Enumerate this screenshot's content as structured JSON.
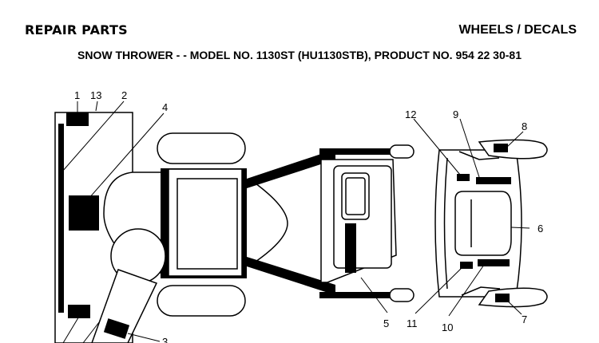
{
  "header": {
    "left_title": "REPAIR PARTS",
    "right_title": "WHEELS / DECALS",
    "subtitle": "SNOW THROWER - - MODEL NO. 1130ST (HU1130STB), PRODUCT NO. 954 22 30-81"
  },
  "callouts": {
    "c1": "1",
    "c2": "2",
    "c3": "3",
    "c4": "4",
    "c5": "5",
    "c6": "6",
    "c7": "7",
    "c8": "8",
    "c9": "9",
    "c10": "10",
    "c11": "11",
    "c12": "12",
    "c13": "13"
  }
}
